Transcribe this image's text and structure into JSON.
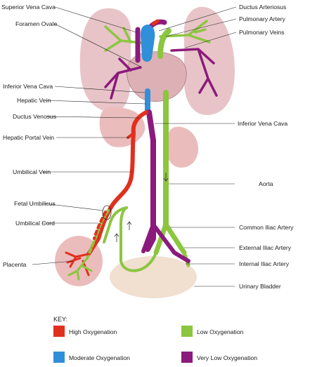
{
  "labels": {
    "superior_vena_cava": "Superior Vena Cava",
    "foramen_ovale": "Foramen Ovale",
    "inferior_vena_cava_left": "Inferior Vena Cava",
    "hepatic_vein": "Hepatic Vein",
    "ductus_venosus": "Ductus Venosus",
    "hepatic_portal_vein": "Hepatic Portal Vein",
    "umbilical_vein": "Umbilical Vein",
    "fetal_umbilicus": "Fetal Umbilicus",
    "umbilical_cord": "Umbilical Cord",
    "placenta": "Placenta",
    "ductus_arteriosus": "Ductus Arteriosus",
    "pulmonary_artery": "Pulmonary Artery",
    "pulmonary_veins": "Pulmonary Veins",
    "inferior_vena_cava_right": "Inferior Vena Cava",
    "aorta": "Aorta",
    "common_iliac_artery": "Common Iliac Artery",
    "external_iliac_artery": "External Iliac Artery",
    "internal_iliac_artery": "Internal Iliac Artery",
    "urinary_bladder": "Urinary Bladder"
  },
  "key": {
    "title": "KEY:",
    "items": [
      {
        "label": "High Oxygenation",
        "color": "#e0301e"
      },
      {
        "label": "Low Oxygenation",
        "color": "#8cc63f"
      },
      {
        "label": "Moderate Oxygenation",
        "color": "#2f8fd8"
      },
      {
        "label": "Very Low Oxygenation",
        "color": "#8b1a7c"
      }
    ]
  },
  "colors": {
    "high": "#e0301e",
    "moderate": "#2f8fd8",
    "low": "#8cc63f",
    "very_low": "#8b1a7c",
    "lung": "#e8c4c8",
    "organ": "#ebbcbc",
    "bladder": "#f1dfcf"
  }
}
